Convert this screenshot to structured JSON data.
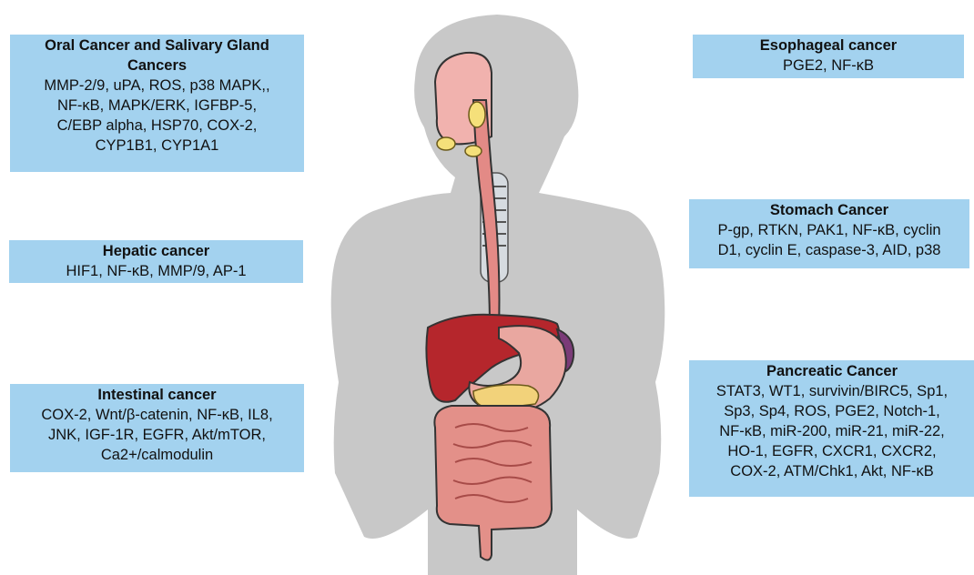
{
  "organ_boxes": {
    "oral": {
      "title": "Oral Cancer and Salivary Gland Cancers",
      "markers": "MMP-2/9, uPA, ROS, p38 MAPK,,\nNF-κB, MAPK/ERK, IGFBP-5,\nC/EBP alpha, HSP70, COX-2,\nCYP1B1, CYP1A1"
    },
    "hepatic": {
      "title": "Hepatic cancer",
      "markers": "HIF1, NF-κB,  MMP/9,  AP-1"
    },
    "intestinal": {
      "title": "Intestinal cancer",
      "markers": "COX-2, Wnt/β-catenin, NF-κB, IL8,\nJNK, IGF-1R, EGFR, Akt/mTOR,\nCa2+/calmodulin"
    },
    "esophageal": {
      "title": "Esophageal cancer",
      "markers": "PGE2, NF-κB"
    },
    "stomach": {
      "title": "Stomach Cancer",
      "markers": "P-gp, RTKN, PAK1, NF-κB, cyclin\nD1, cyclin E, caspase-3, AID, p38"
    },
    "pancreatic": {
      "title": "Pancreatic Cancer",
      "markers": "STAT3, WT1, survivin/BIRC5, Sp1,\nSp3, Sp4, ROS, PGE2, Notch-1,\nNF-κB, miR-200, miR-21, miR-22,\nHO-1, EGFR, CXCR1, CXCR2,\nCOX-2, ATM/Chk1, Akt, NF-κB"
    }
  },
  "colors": {
    "box_fill": "#a3d2ef",
    "silhouette": "#c8c8c8",
    "liver": "#b5262c",
    "stomach": "#e9a7a0",
    "intestine": "#e39089",
    "pancreas": "#f2d27a",
    "salivary_glands": "#f5e07a",
    "spleen": "#7b3b78",
    "esophagus": "#e38a86",
    "trachea": "#d6dbe0"
  }
}
